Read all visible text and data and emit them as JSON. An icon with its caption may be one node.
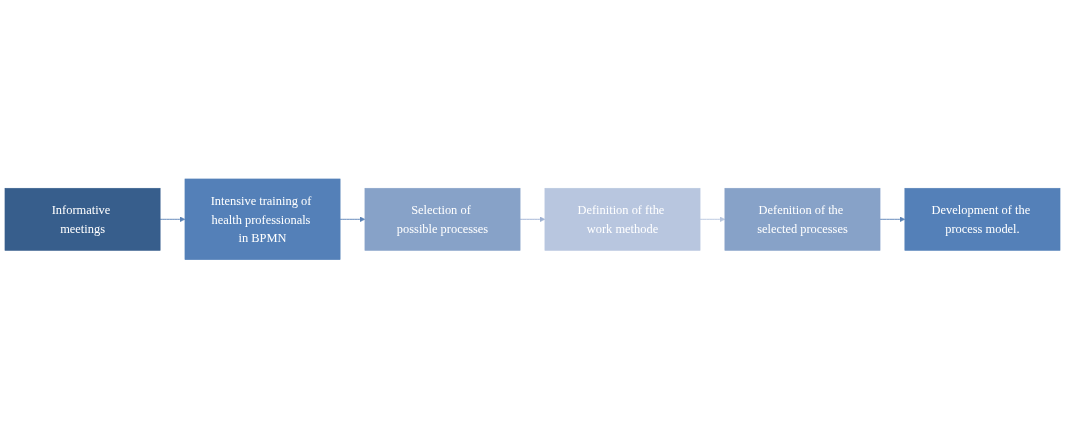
{
  "diagram": {
    "nodes": [
      {
        "text": [
          "Informative meetings"
        ]
      },
      {
        "text": [
          "Intensive training of health professionals in BPMN"
        ]
      },
      {
        "text": [
          "Selection of possible processes"
        ]
      },
      {
        "text": [
          "Definition of fthe work methode"
        ]
      },
      {
        "text": [
          "Defenition of the selected processes"
        ]
      },
      {
        "text": [
          "Development of the process model."
        ]
      }
    ],
    "edges": [
      {
        "from": 0,
        "to": 1,
        "arrow": "to"
      },
      {
        "from": 1,
        "to": 2,
        "arrow": "to"
      },
      {
        "from": 2,
        "to": 3,
        "arrow": "to",
        "color": "#9fb2d4"
      },
      {
        "from": 3,
        "to": 4,
        "arrow": "to",
        "color": "#b8c6df"
      },
      {
        "from": 4,
        "to": 5,
        "arrow": "to"
      }
    ]
  }
}
